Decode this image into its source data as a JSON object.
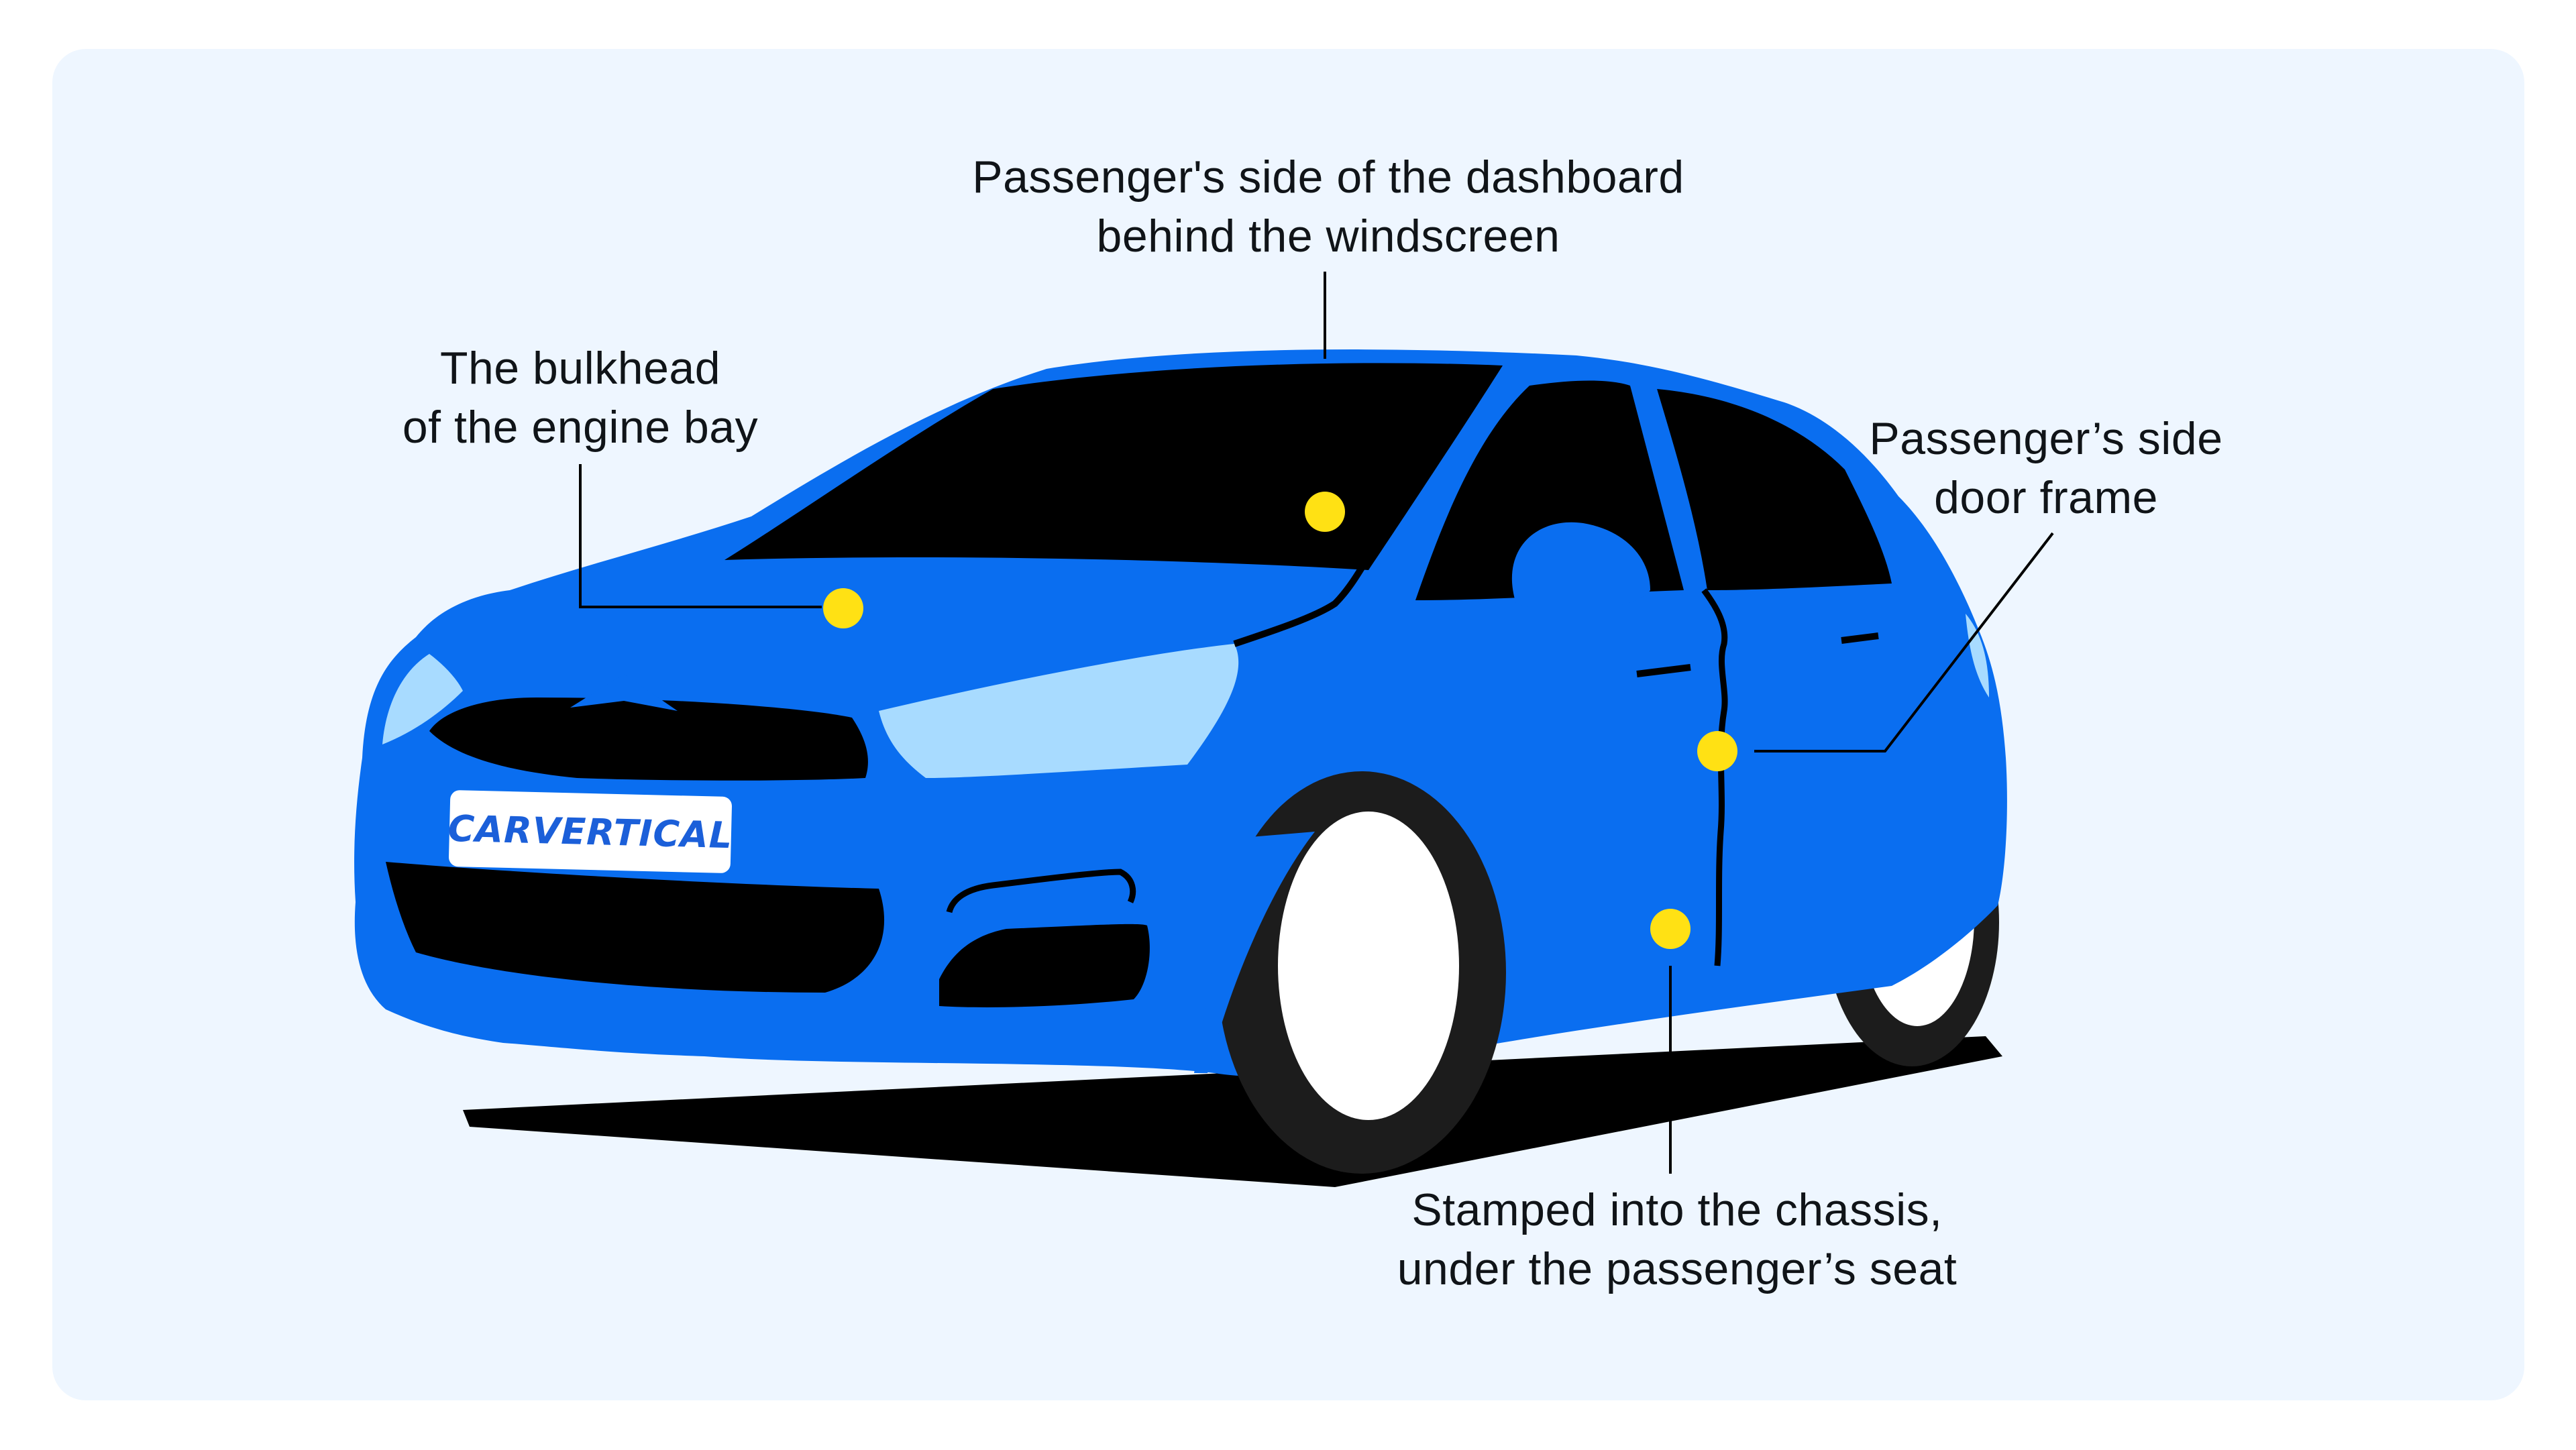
{
  "brand": {
    "logo_text": "CARVERTICAL"
  },
  "colors": {
    "panel": "#eef6ff",
    "body": "#0a6ef0",
    "window": "#000000",
    "headlight": "#a8dbff",
    "marker": "#ffe114",
    "tire": "#1c1c1c",
    "rim": "#ffffff"
  },
  "callouts": [
    {
      "id": "dashboard",
      "lines": [
        "Passenger's side of the dashboard",
        "behind the windscreen"
      ]
    },
    {
      "id": "bulkhead",
      "lines": [
        "The bulkhead",
        "of the engine bay"
      ]
    },
    {
      "id": "door-frame",
      "lines": [
        "Passenger’s side",
        "door frame"
      ]
    },
    {
      "id": "chassis",
      "lines": [
        "Stamped into the chassis,",
        "under the passenger’s seat"
      ]
    }
  ]
}
